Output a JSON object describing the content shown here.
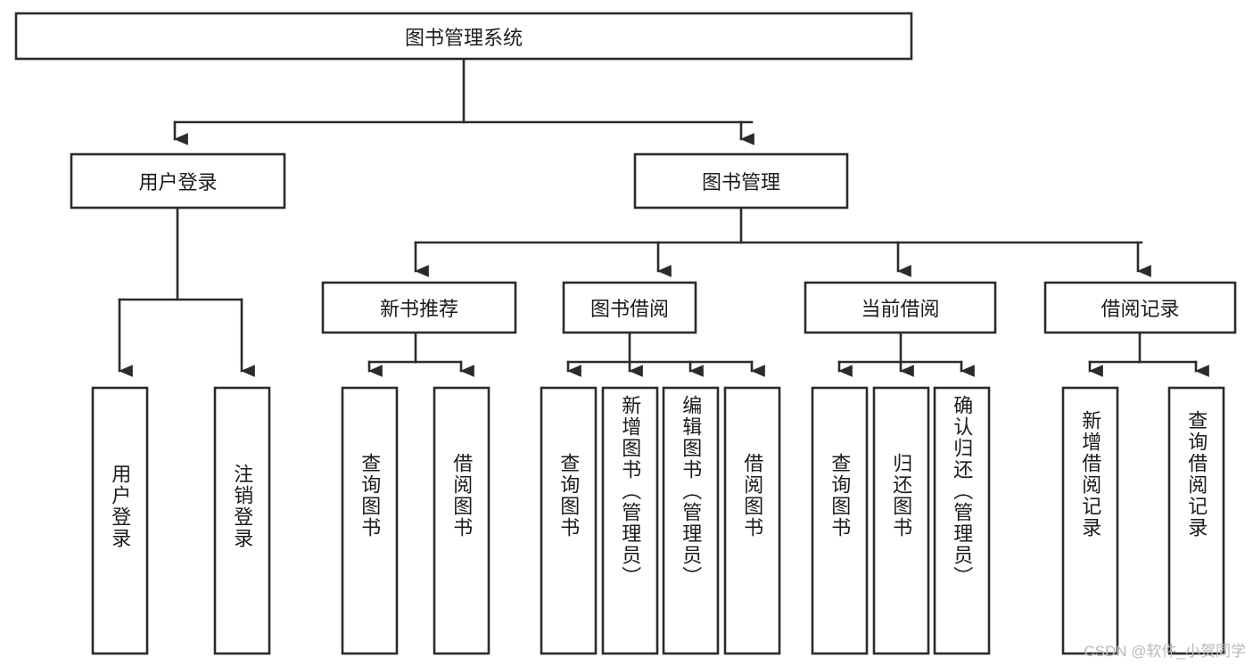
{
  "diagram": {
    "title": "图书管理系统",
    "type": "tree",
    "orientation": "top-down",
    "colors": {
      "stroke": "#2b2b2b",
      "fill": "#ffffff",
      "text": "#1b1b1b",
      "watermark": "#b9b9b9",
      "background": "#ffffff"
    },
    "root": {
      "label": "图书管理系统"
    },
    "level2": [
      {
        "label": "用户登录"
      },
      {
        "label": "图书管理"
      }
    ],
    "level3": [
      {
        "label": "新书推荐"
      },
      {
        "label": "图书借阅"
      },
      {
        "label": "当前借阅"
      },
      {
        "label": "借阅记录"
      }
    ],
    "leaves": {
      "user_login": [
        {
          "label": "用户登录"
        },
        {
          "label": "注销登录"
        }
      ],
      "new_book_recommend": [
        {
          "label": "查询图书"
        },
        {
          "label": "借阅图书"
        }
      ],
      "book_borrow": [
        {
          "label": "查询图书"
        },
        {
          "label": "新增图书（管理员）"
        },
        {
          "label": "编辑图书（管理员）"
        },
        {
          "label": "借阅图书"
        }
      ],
      "current_borrow": [
        {
          "label": "查询图书"
        },
        {
          "label": "归还图书"
        },
        {
          "label": "确认归还（管理员）"
        }
      ],
      "borrow_record": [
        {
          "label": "新增借阅记录"
        },
        {
          "label": "查询借阅记录"
        }
      ]
    }
  },
  "watermark": {
    "text": "CSDN @软件_小贺同学"
  }
}
